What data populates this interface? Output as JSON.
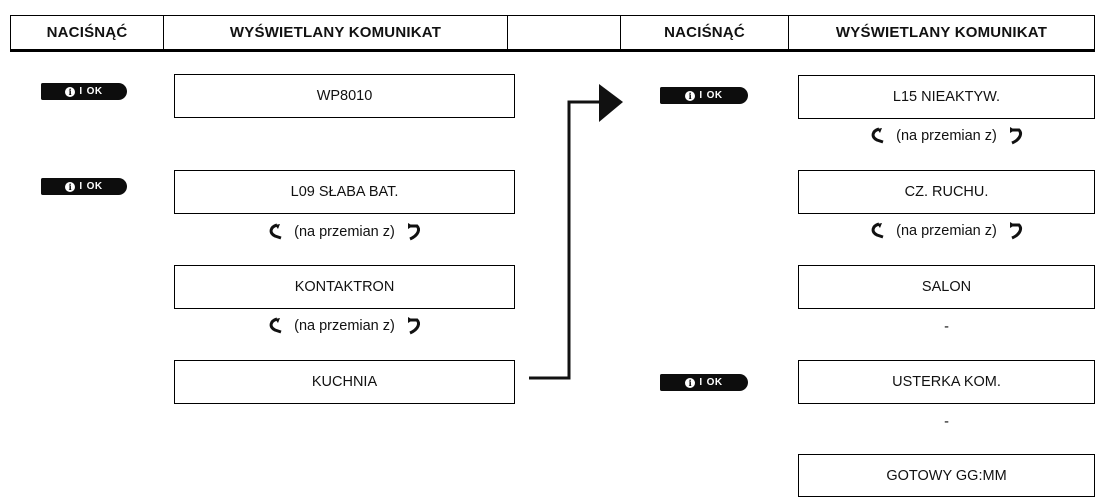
{
  "header": {
    "col1": "NACIŚNĄĆ",
    "col2": "WYŚWIETLANY KOMUNIKAT",
    "col3": "",
    "col4": "NACIŚNĄĆ",
    "col5": "WYŚWIETLANY KOMUNIKAT"
  },
  "button": {
    "info_glyph": "i",
    "sep": "I",
    "label": "OK"
  },
  "alternate_text": "(na przemian z)",
  "left": {
    "messages": [
      "WP8010",
      "L09 SŁABA BAT.",
      "KONTAKTRON",
      "KUCHNIA"
    ]
  },
  "right": {
    "messages": [
      "L15 NIEAKTYW.",
      "CZ. RUCHU.",
      "SALON",
      "USTERKA KOM.",
      "GOTOWY GG:MM"
    ],
    "dash1": "-",
    "dash2": "-"
  },
  "icons": [
    "info-ok-button",
    "curved-arrow-left-icon",
    "curved-arrow-right-icon",
    "flow-arrow-icon"
  ],
  "colors": {
    "border": "#000000",
    "button_bg": "#0d0d0d"
  }
}
